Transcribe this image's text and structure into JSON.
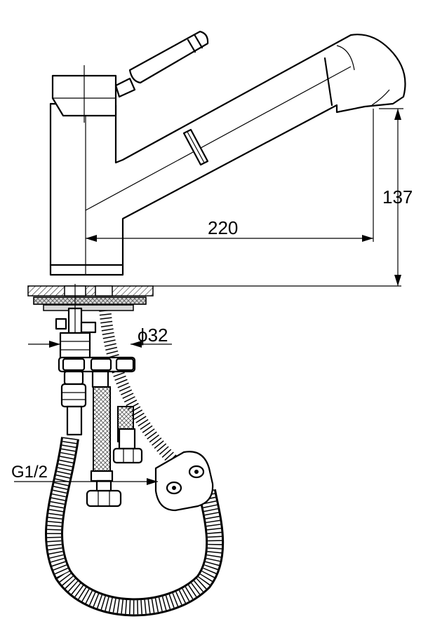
{
  "dimensions": {
    "reach": "220",
    "height": "137",
    "diameter": "32",
    "diameter_symbol": "ϕ",
    "thread": "G1/2"
  }
}
